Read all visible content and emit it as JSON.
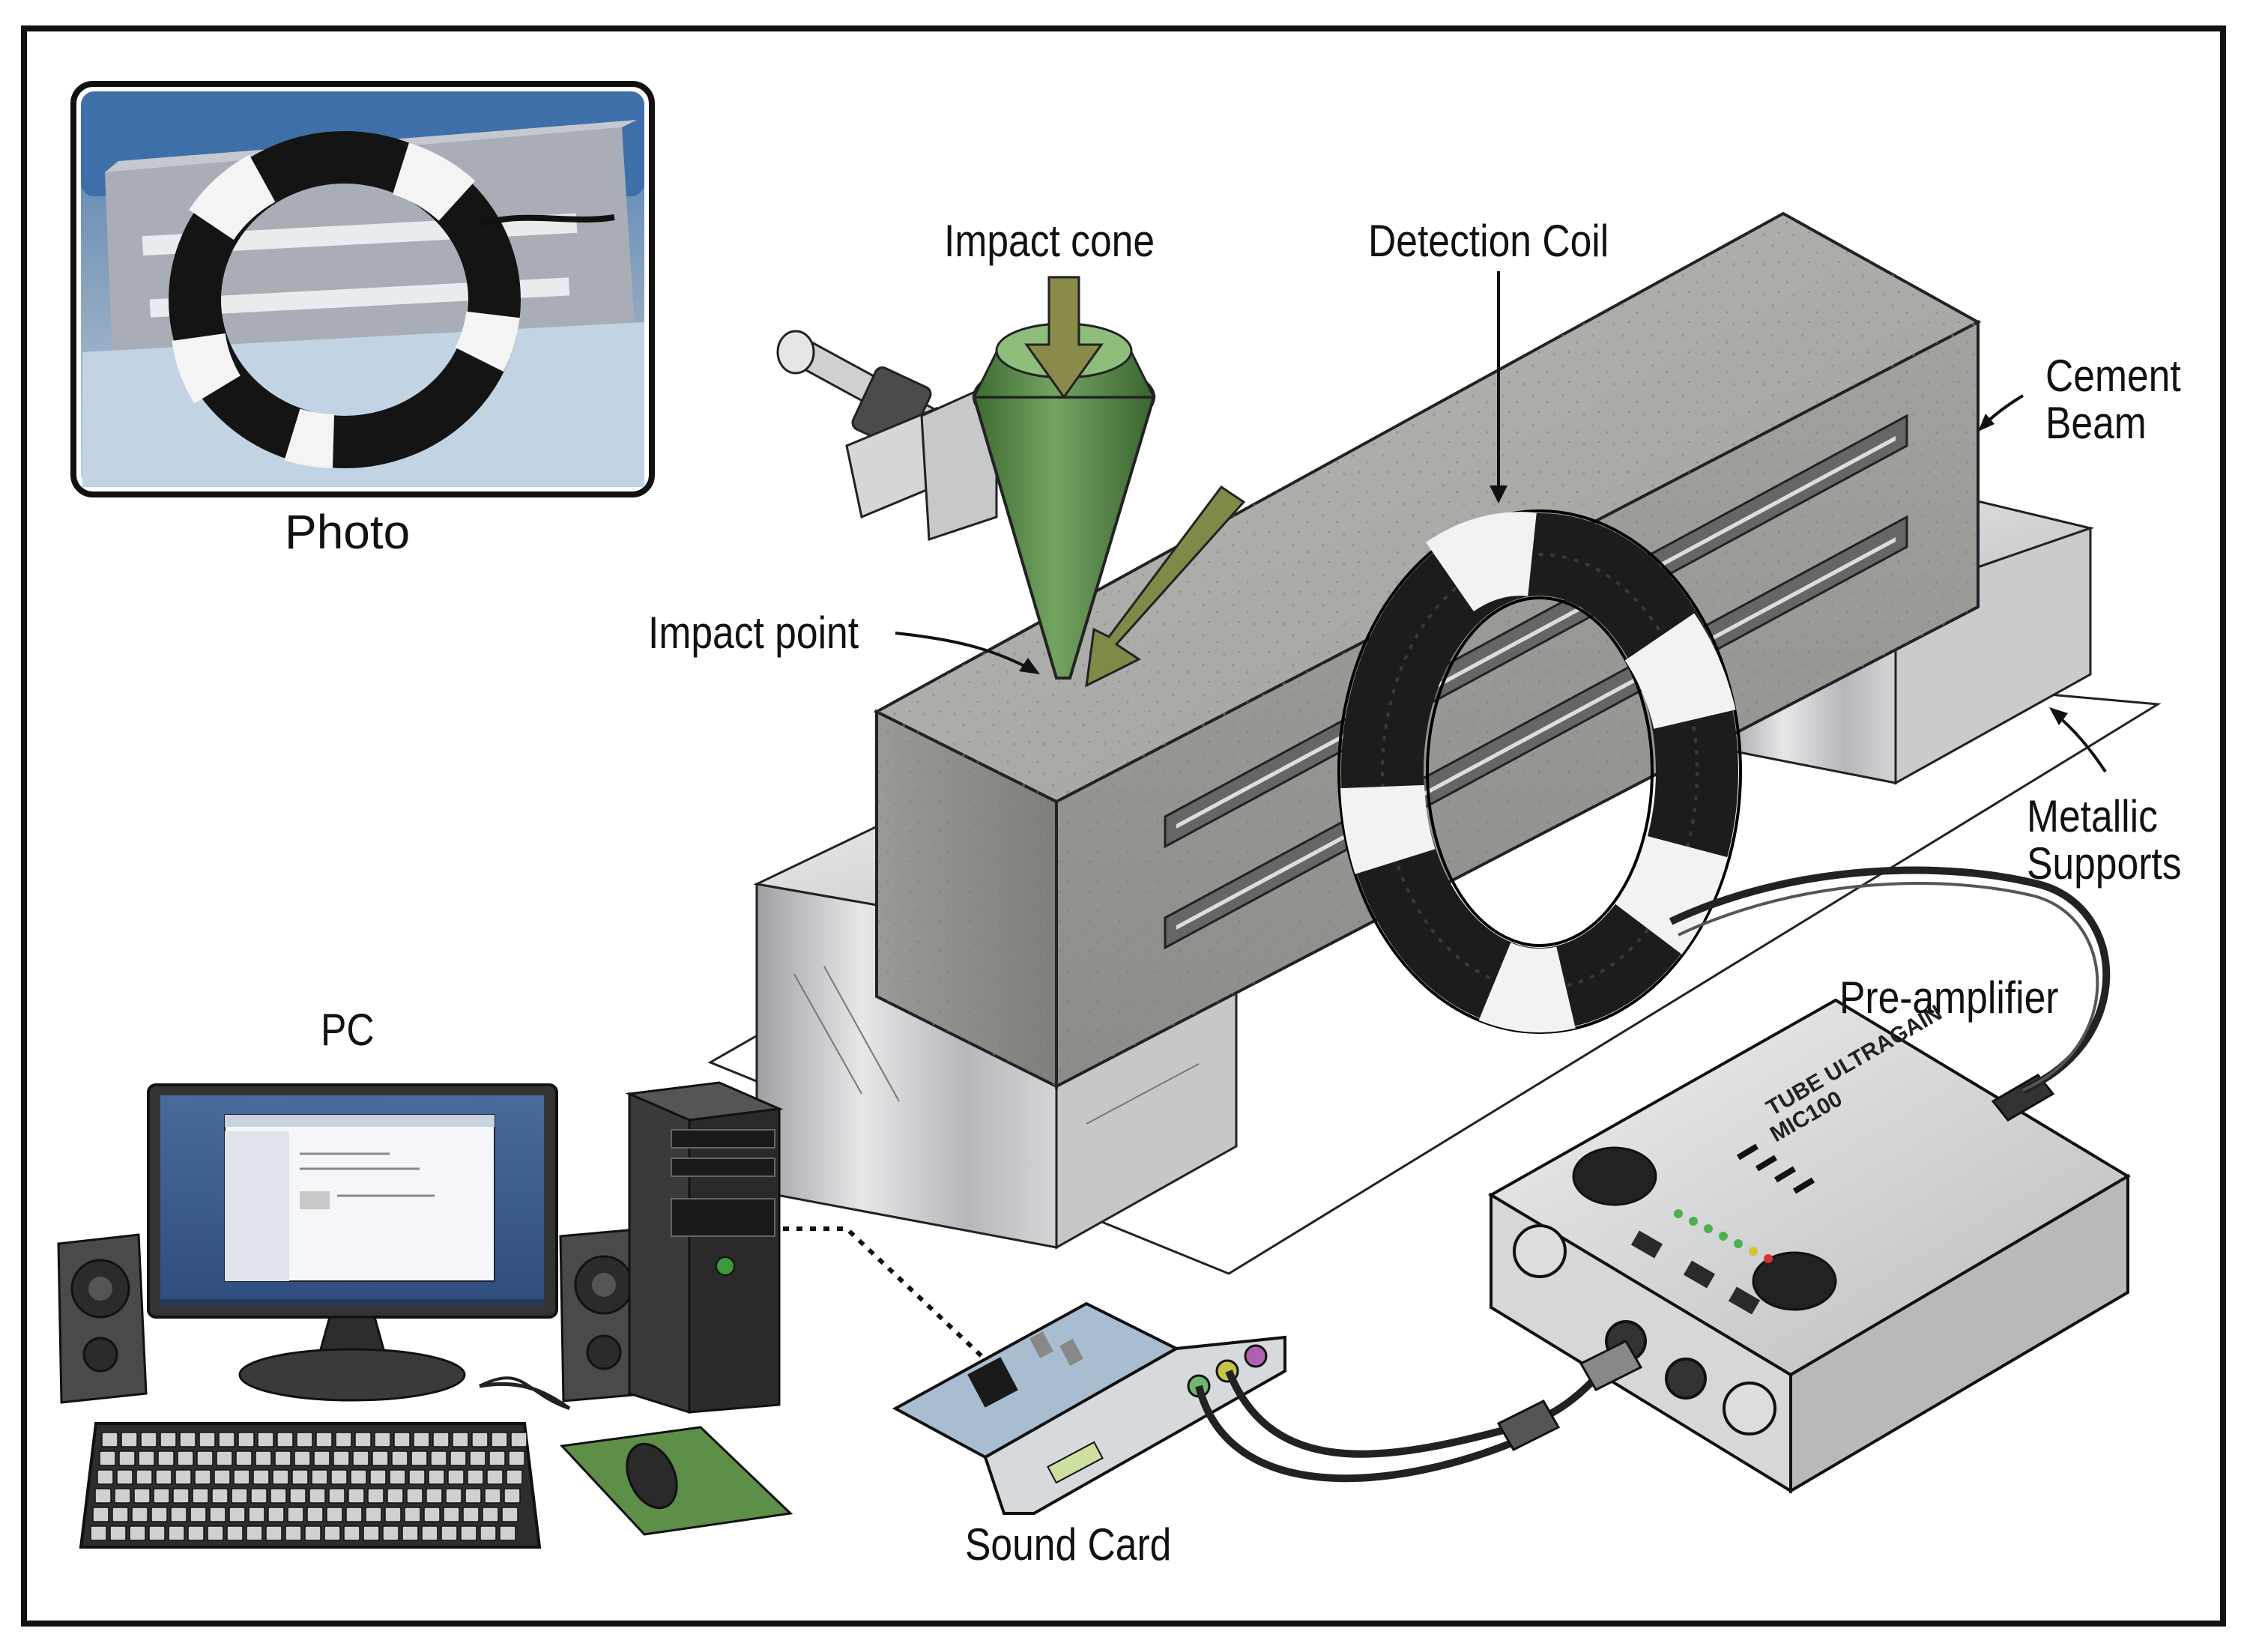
{
  "labels": {
    "photo": "Photo",
    "impact_cone": "Impact cone",
    "detection_coil": "Detection Coil",
    "cement_beam": [
      "Cement",
      "Beam"
    ],
    "impact_point": "Impact point",
    "metallic_supports": [
      "Metallic",
      "Supports"
    ],
    "pre_amplifier": "Pre-amplifier",
    "pc": "PC",
    "sound_card": "Sound Card"
  },
  "device_text": {
    "preamp_brand": "TUBE ULTRAGAIN",
    "preamp_model": "MIC100"
  },
  "colors": {
    "cone": "#5a8a4a",
    "concrete": "#a9a9a6",
    "metal": "#cfd0d2",
    "coil": "#1c1c1c",
    "tape": "#f2f2f2",
    "sound_card": "#a8bdd0",
    "mousepad": "#5e8f48",
    "screen": "#3f5f8f"
  }
}
